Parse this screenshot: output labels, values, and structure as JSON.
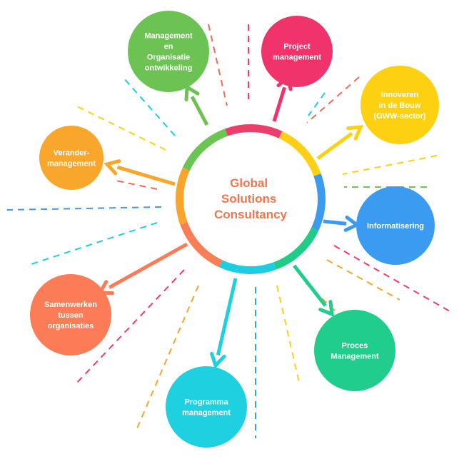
{
  "center": {
    "lines": [
      "Global",
      "Solutions",
      "Consultancy"
    ],
    "text_color": "#f5754e"
  },
  "ring_colors": [
    "#ec3d6b",
    "#fdd017",
    "#3b9bef",
    "#1fcd89",
    "#1fcde0",
    "#fa7e55",
    "#f9a52c",
    "#6bc552"
  ],
  "nodes": [
    {
      "id": "project-management",
      "lines": [
        "Project",
        "management"
      ],
      "color": "#f0336b"
    },
    {
      "id": "innoveren",
      "lines": [
        "Innoveren",
        "in de Bouw",
        "(GWW-sector)"
      ],
      "color": "#fdd012"
    },
    {
      "id": "informatisering",
      "lines": [
        "Informatisering"
      ],
      "color": "#3b9bf0"
    },
    {
      "id": "proces-management",
      "lines": [
        "Proces",
        "Management"
      ],
      "color": "#20cd8c"
    },
    {
      "id": "programma-management",
      "lines": [
        "Programma",
        "management"
      ],
      "color": "#1ed0e0"
    },
    {
      "id": "samenwerken",
      "lines": [
        "Samenwerken",
        "tussen",
        "organisaties"
      ],
      "color": "#fb7c56"
    },
    {
      "id": "verandermanagement",
      "lines": [
        "Verander-",
        "management"
      ],
      "color": "#f9a62c"
    },
    {
      "id": "management-organisatie",
      "lines": [
        "Management",
        "en",
        "Organisatie",
        "ontwikkeling"
      ],
      "color": "#6cc353"
    }
  ],
  "dash_colors": [
    "#f26b57",
    "#ec3d6b",
    "#fdd017",
    "#3b9bef",
    "#1fcd89",
    "#1fcde0",
    "#f9a52c",
    "#6bc552"
  ]
}
